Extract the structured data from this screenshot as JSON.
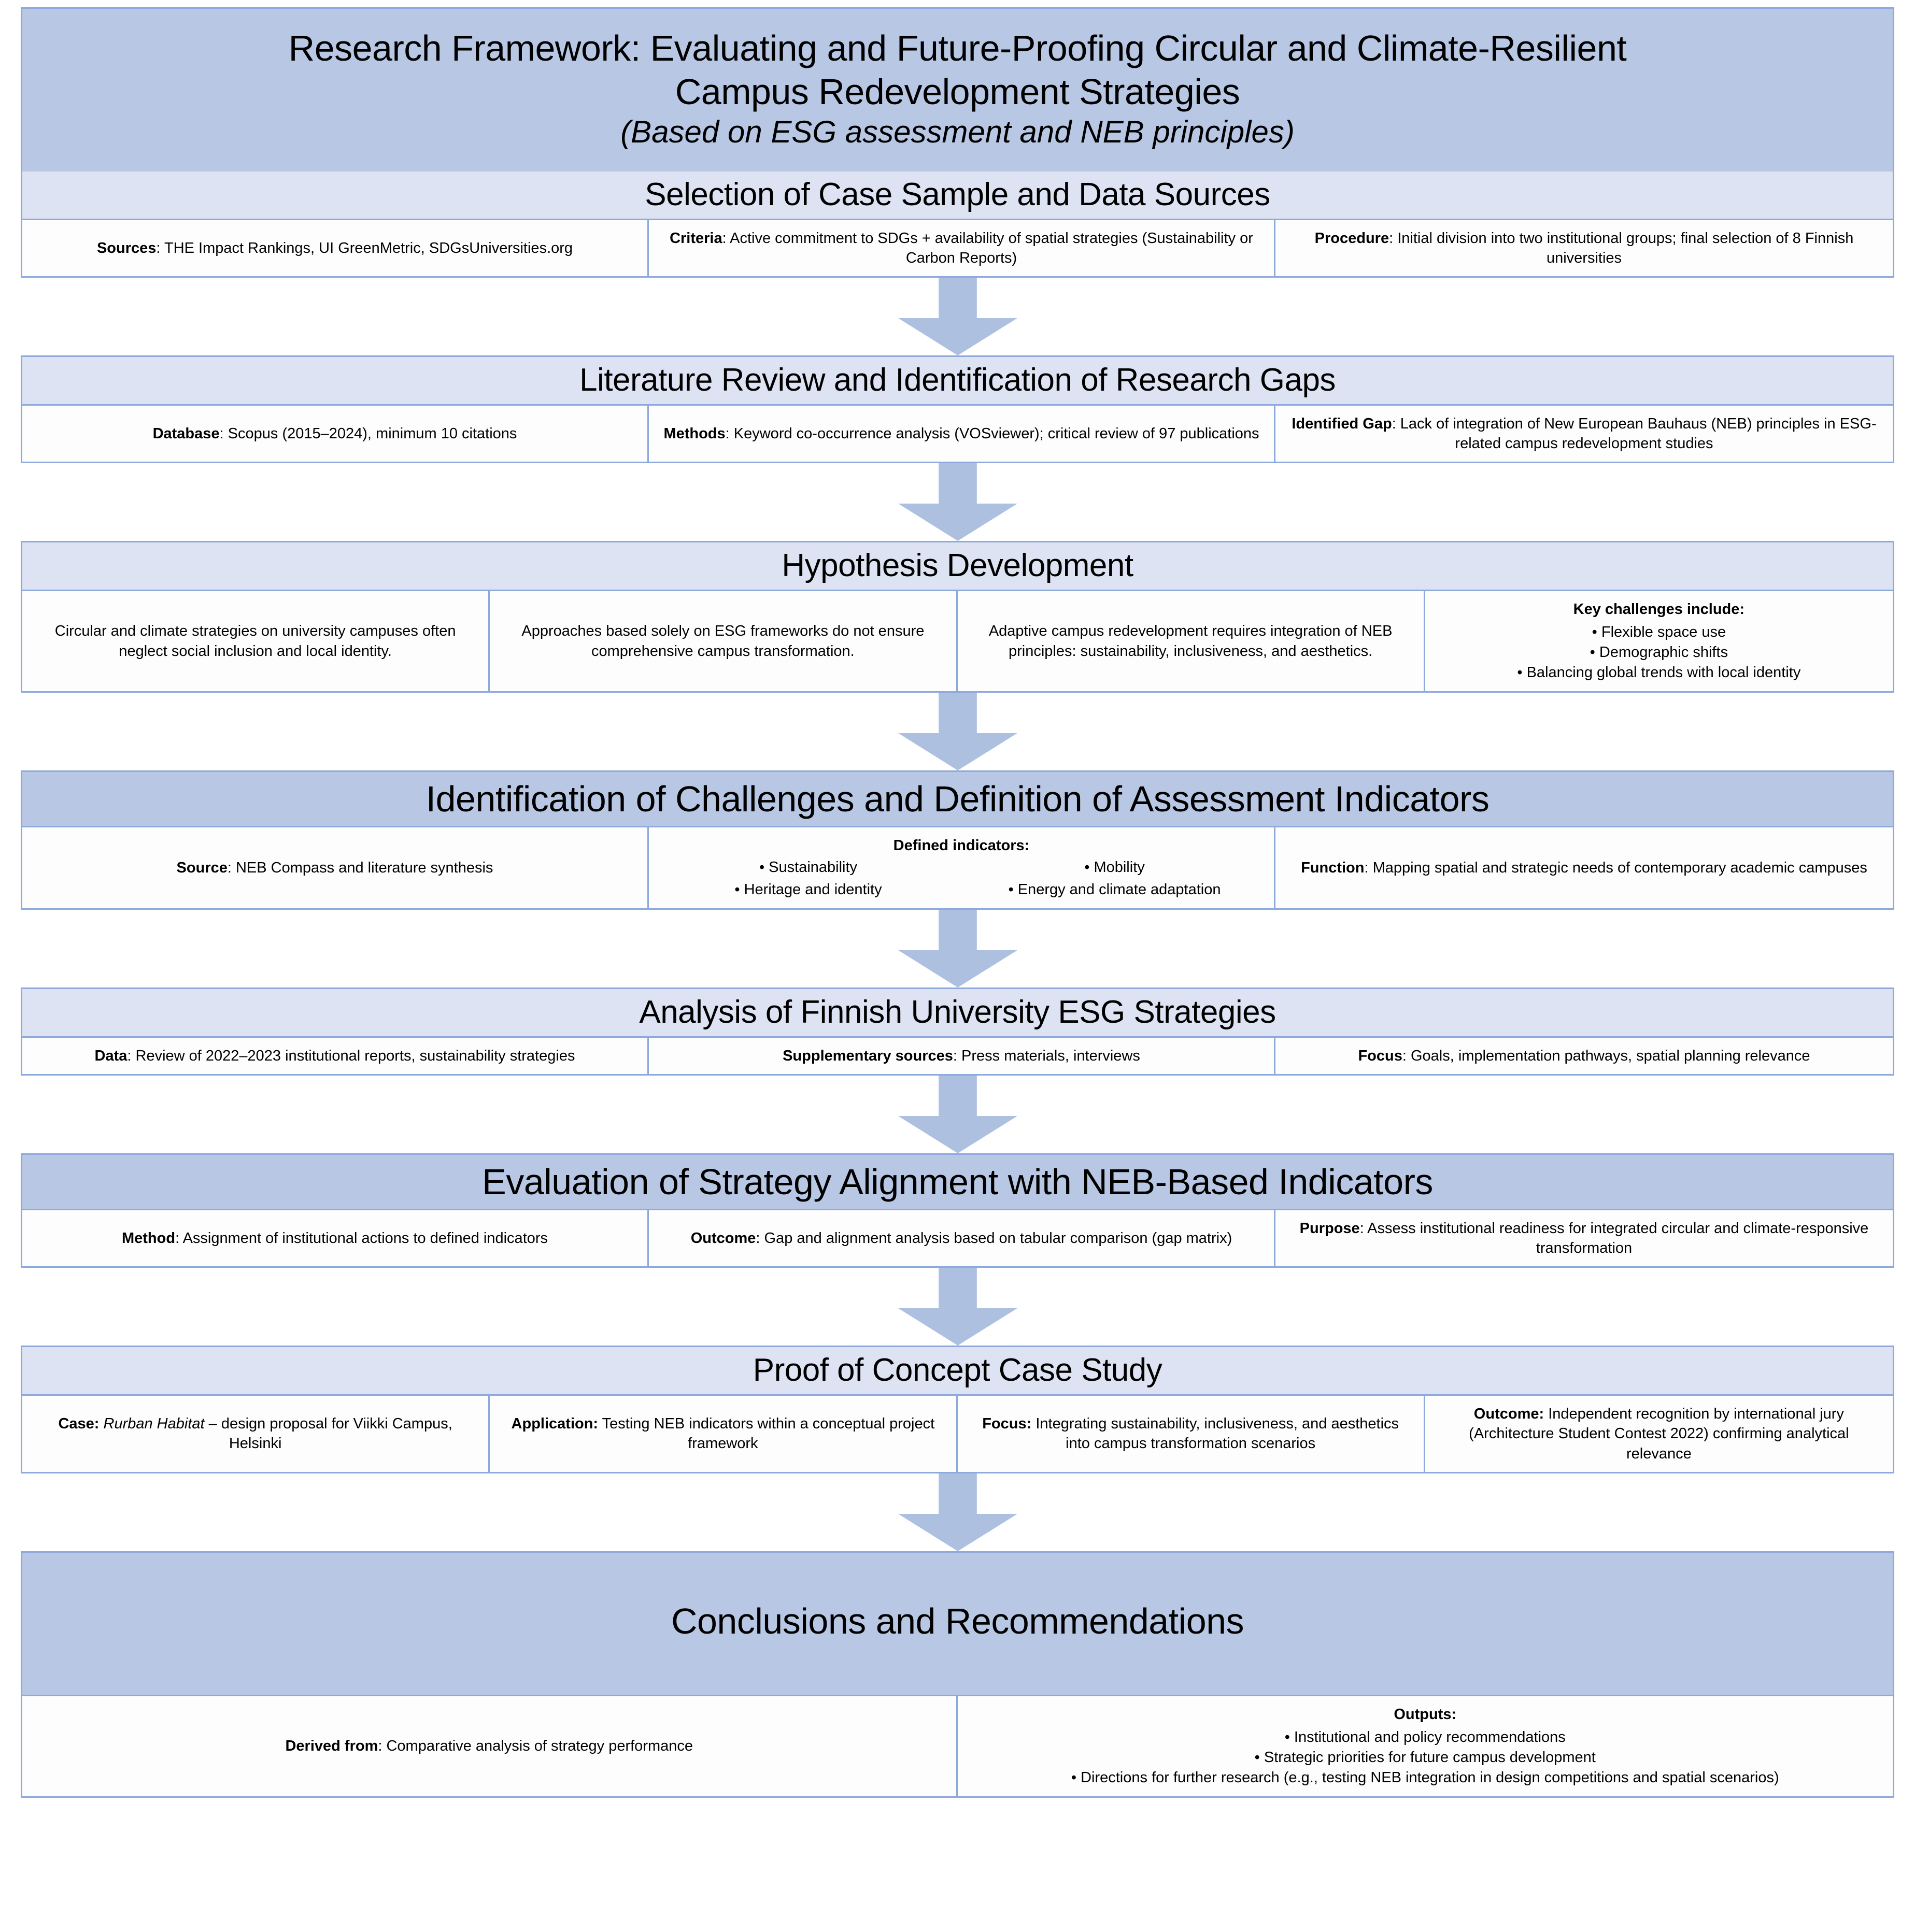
{
  "theme": {
    "border": "#8ea9db",
    "header_dark": "#b8c8e4",
    "header_light": "#dde3f2",
    "arrow": "#adc0e0",
    "body_bg": "#fdfdfe"
  },
  "title_block": {
    "line1": "Research Framework: Evaluating and Future-Proofing Circular and Climate-Resilient",
    "line2": "Campus Redevelopment Strategies",
    "subtitle": "(Based on ESG assessment and NEB principles)"
  },
  "stages": [
    {
      "id": "selection",
      "title": "Selection of Case Sample and Data Sources",
      "columns": [
        {
          "label": "Sources",
          "text": ": THE Impact Rankings, UI GreenMetric, SDGsUniversities.org",
          "width": 33.5
        },
        {
          "label": "Criteria",
          "text": ": Active commitment to SDGs + availability of spatial strategies (Sustainability or Carbon Reports)",
          "width": 33.5
        },
        {
          "label": "Procedure",
          "text": ": Initial division into two institutional groups; final selection of 8 Finnish universities",
          "width": 33.0
        }
      ]
    },
    {
      "id": "literature",
      "title": "Literature Review and Identification of Research Gaps",
      "columns": [
        {
          "label": "Database",
          "text": ": Scopus (2015–2024), minimum 10 citations",
          "width": 33.5
        },
        {
          "label": "Methods",
          "text": ": Keyword co-occurrence analysis (VOSviewer); critical review of 97 publications",
          "width": 33.5
        },
        {
          "label": "Identified Gap",
          "text": ": Lack of integration of New European Bauhaus (NEB) principles in ESG-related campus redevelopment studies",
          "width": 33.0
        }
      ]
    },
    {
      "id": "hypothesis",
      "title": "Hypothesis Development",
      "columns": [
        {
          "label": "",
          "text": "Circular and climate strategies on university campuses often neglect social inclusion and local identity.",
          "width": 25
        },
        {
          "label": "",
          "text": "Approaches based solely on ESG frameworks do not ensure comprehensive campus transformation.",
          "width": 25
        },
        {
          "label": "",
          "text": "Adaptive campus redevelopment requires integration of NEB principles: sustainability, inclusiveness, and aesthetics.",
          "width": 25
        },
        {
          "label": "",
          "text": "",
          "width": 25,
          "heading": "Key challenges include:",
          "bullets": [
            "Flexible space use",
            "Demographic shifts",
            "Balancing global trends with local identity"
          ]
        }
      ]
    },
    {
      "id": "indicators",
      "title": "Identification of Challenges and Definition of Assessment Indicators",
      "big": true,
      "columns": [
        {
          "label": "Source",
          "text": ": NEB Compass and literature synthesis",
          "width": 33.5
        },
        {
          "label": "",
          "text": "",
          "width": 33.5,
          "heading": "Defined indicators:",
          "grid_bullets": [
            "Sustainability",
            "Mobility",
            "Heritage and identity",
            "Energy and climate adaptation"
          ]
        },
        {
          "label": "Function",
          "text": ": Mapping spatial and strategic needs of contemporary academic campuses",
          "width": 33.0
        }
      ]
    },
    {
      "id": "analysis",
      "title": "Analysis of Finnish University ESG Strategies",
      "columns": [
        {
          "label": "Data",
          "text": ": Review of 2022–2023 institutional reports, sustainability strategies",
          "width": 33.5
        },
        {
          "label": "Supplementary sources",
          "text": ": Press materials, interviews",
          "width": 33.5
        },
        {
          "label": "Focus",
          "text": ": Goals, implementation pathways, spatial planning relevance",
          "width": 33.0
        }
      ]
    },
    {
      "id": "evaluation",
      "title": "Evaluation of Strategy Alignment with NEB-Based Indicators",
      "big": true,
      "columns": [
        {
          "label": "Method",
          "text": ": Assignment of institutional actions to defined indicators",
          "width": 33.5
        },
        {
          "label": "Outcome",
          "text": ": Gap and alignment analysis based on tabular comparison (gap matrix)",
          "width": 33.5
        },
        {
          "label": "Purpose",
          "text": ": Assess institutional readiness for integrated circular and climate-responsive transformation",
          "width": 33.0
        }
      ]
    },
    {
      "id": "proof",
      "title": "Proof of Concept Case Study",
      "columns": [
        {
          "label": "Case:",
          "italic_text": " Rurban Habitat",
          "text": " – design proposal for Viikki Campus, Helsinki",
          "width": 25
        },
        {
          "label": "Application:",
          "text": " Testing NEB indicators within a conceptual project framework",
          "width": 25
        },
        {
          "label": "Focus:",
          "text": " Integrating sustainability, inclusiveness, and aesthetics into campus transformation scenarios",
          "width": 25
        },
        {
          "label": "Outcome:",
          "text": " Independent recognition by international jury (Architecture Student Contest 2022) confirming analytical relevance",
          "width": 25
        }
      ]
    },
    {
      "id": "conclusions",
      "title": "Conclusions and Recommendations",
      "big": true,
      "tall_header": true,
      "columns": [
        {
          "label": "Derived from",
          "text": ": Comparative analysis of strategy performance",
          "width": 50
        },
        {
          "label": "",
          "text": "",
          "width": 50,
          "heading": "Outputs:",
          "bullets": [
            "Institutional and policy recommendations",
            "Strategic priorities for future campus development",
            "Directions for further research (e.g., testing NEB integration in design competitions and spatial scenarios)"
          ]
        }
      ]
    }
  ]
}
